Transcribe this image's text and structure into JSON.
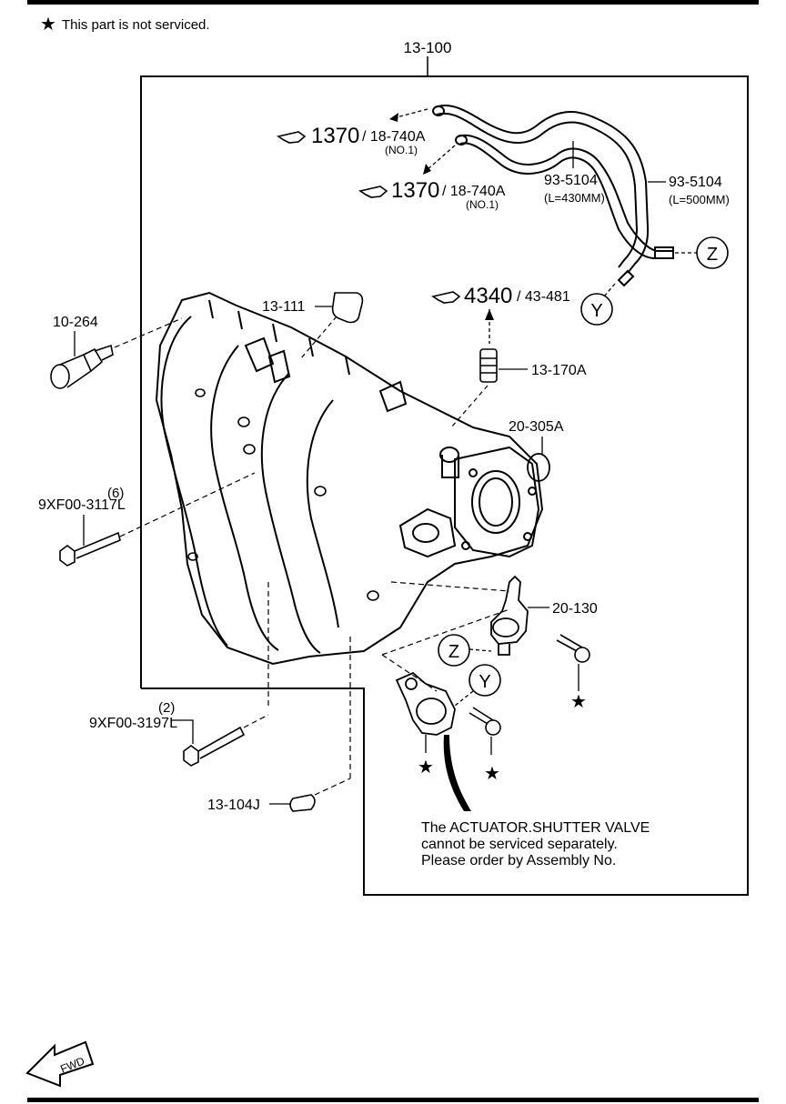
{
  "legend": {
    "star": "★",
    "text": "This part is not serviced."
  },
  "assembly": {
    "label": "13-100"
  },
  "callouts": {
    "ref1": {
      "num": "1370",
      "code": "/ 18-740A",
      "sub": "(NO.1)"
    },
    "ref2": {
      "num": "1370",
      "code": "/ 18-740A",
      "sub": "(NO.1)"
    },
    "ref3": {
      "num": "4340",
      "code": "/ 43-481"
    }
  },
  "hoses": {
    "h430": {
      "part": "93-5104",
      "length": "(L=430MM)"
    },
    "h500": {
      "part": "93-5104",
      "length": "(L=500MM)"
    }
  },
  "connectors": {
    "z": "Z",
    "y": "Y"
  },
  "parts": {
    "p13_111": "13-111",
    "p10_264": "10-264",
    "p13_170a": "13-170A",
    "p20_305a": "20-305A",
    "p20_130": "20-130",
    "bolt6_qty": "(6)",
    "bolt6": "9XF00-3117L",
    "bolt2_qty": "(2)",
    "bolt2": "9XF00-3197L",
    "p13_104j": "13-104J"
  },
  "note": {
    "line1": "The ACTUATOR.SHUTTER VALVE",
    "line2": "cannot be serviced separately.",
    "line3": "Please order by Assembly No."
  },
  "fwd": "FWD"
}
